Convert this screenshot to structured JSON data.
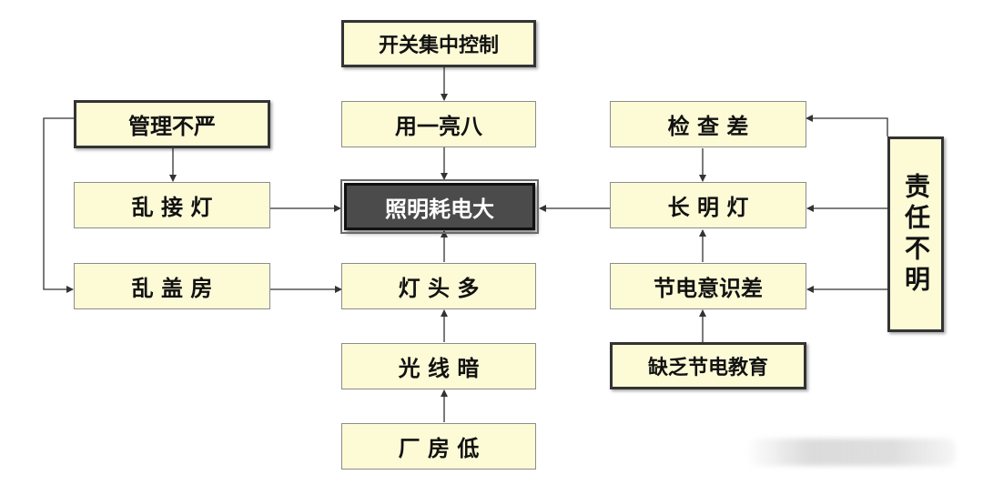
{
  "nodes": {
    "switch_control": "开关集中控制",
    "yong_yi_liang_ba": "用一亮八",
    "lighting_high": "照明耗电大",
    "many_lamps": "灯 头 多",
    "dim_light": "光 线 暗",
    "low_plant": "厂 房 低",
    "loose_mgmt": "管理不严",
    "random_wiring": "乱 接 灯",
    "random_building": "乱 盖 房",
    "poor_inspection": "检 查 差",
    "always_on": "长 明 灯",
    "poor_awareness": "节电意识差",
    "no_education": "缺乏节电教育",
    "unclear_responsibility": "责任不明"
  },
  "colors": {
    "box_fill": "#fdfbd6",
    "center_fill": "#4b4b4b",
    "line": "#333333"
  }
}
